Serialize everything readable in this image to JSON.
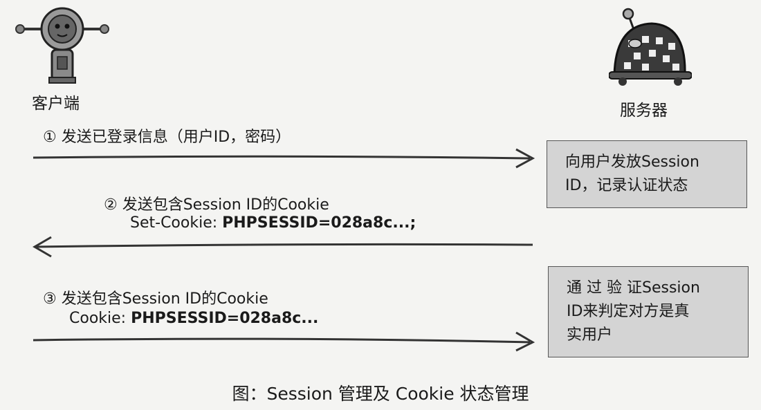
{
  "actors": {
    "client_label": "客户端",
    "server_label": "服务器"
  },
  "steps": [
    {
      "text": "① 发送已登录信息（用户ID，密码）"
    },
    {
      "line1": "② 发送包含Session ID的Cookie",
      "line2_prefix": "Set-Cookie: ",
      "line2_value": "PHPSESSID=028a8c...;"
    },
    {
      "line1": "③ 发送包含Session ID的Cookie",
      "line2_prefix": "Cookie: ",
      "line2_value": "PHPSESSID=028a8c..."
    }
  ],
  "server_notes": [
    {
      "line1": "向用户发放Session",
      "line2": "ID，记录认证状态"
    },
    {
      "line1": "通 过 验 证Session",
      "line2": "ID来判定对方是真",
      "line3": "实用户"
    }
  ],
  "caption": "图：Session 管理及 Cookie 状态管理",
  "colors": {
    "box_fill": "#d4d4d4",
    "line": "#333333",
    "background": "#f4f4f2"
  },
  "icons": {
    "client": "robot-client-icon",
    "server": "robot-server-icon"
  }
}
